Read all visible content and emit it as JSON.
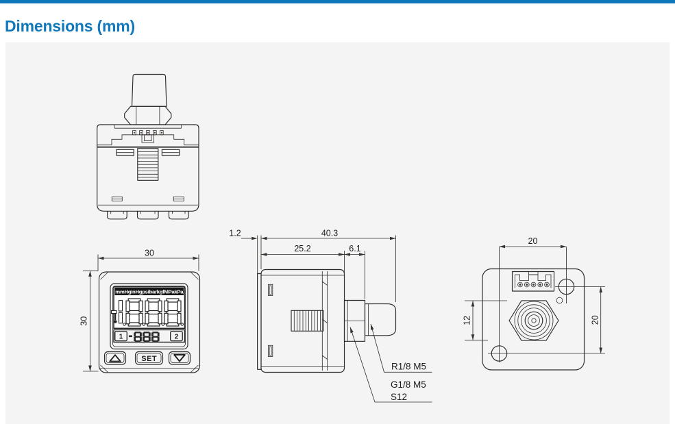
{
  "header": {
    "title": "Dimensions (mm)"
  },
  "colors": {
    "topbar": "#0e77bb",
    "title_blue": "#1278be",
    "panel_gray": "#f3f4f3",
    "line_dark": "#2d2a28"
  },
  "front_view": {
    "width_dim": "30",
    "height_dim": "30",
    "units_strip": "mmHginHgpsibarkgfMPakPa",
    "output1_label": "1",
    "output2_label": "2",
    "set_button_label": "SET"
  },
  "side_view": {
    "lip_dim": "1.2",
    "overall_dim": "40.3",
    "body_dim": "25.2",
    "hex_dim": "6.1",
    "thread_label": "R1/8 M5",
    "port_label": "G1/8 M5",
    "hex_label": "S12"
  },
  "back_view": {
    "hole_spacing_horizontal": "20",
    "hex_flats": "12",
    "hole_spacing_vertical": "20"
  }
}
